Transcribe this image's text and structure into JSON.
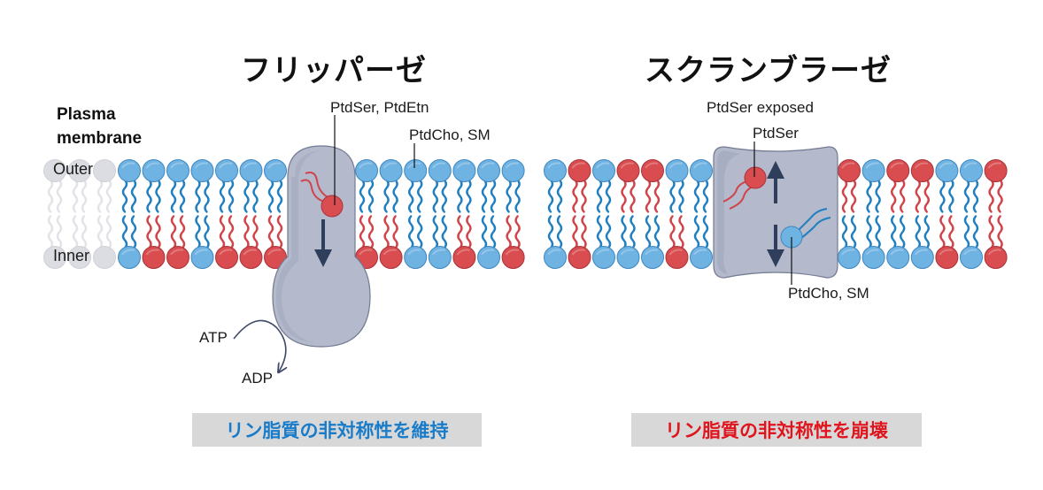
{
  "titles": {
    "flippase": "フリッパーゼ",
    "scramblase": "スクランブラーゼ"
  },
  "membrane_label": {
    "line1": "Plasma",
    "line2": "membrane",
    "outer": "Outer",
    "inner": "Inner"
  },
  "flippase": {
    "label_moving": "PtdSer, PtdEtn",
    "label_static": "PtdCho, SM",
    "atp": "ATP",
    "adp": "ADP",
    "caption": "リン脂質の非対称性を維持",
    "caption_color": "#1a7cc9",
    "left_outer": [
      "B",
      "B",
      "B",
      "B",
      "B",
      "B",
      "B"
    ],
    "left_inner": [
      "B",
      "R",
      "R",
      "B",
      "R",
      "R",
      "R"
    ],
    "right_outer": [
      "B",
      "B",
      "B",
      "B",
      "B",
      "B",
      "B"
    ],
    "right_inner": [
      "R",
      "R",
      "B",
      "B",
      "R",
      "B",
      "R"
    ]
  },
  "scramblase": {
    "label_exposed": "PtdSer exposed",
    "label_ptdser": "PtdSer",
    "label_ptdcho": "PtdCho, SM",
    "caption": "リン脂質の非対称性を崩壊",
    "caption_color": "#e0141c",
    "left_outer": [
      "B",
      "R",
      "B",
      "R",
      "R",
      "B",
      "B"
    ],
    "left_inner": [
      "B",
      "R",
      "B",
      "B",
      "B",
      "R",
      "B"
    ],
    "right_outer": [
      "R",
      "B",
      "R",
      "R",
      "B",
      "B",
      "R"
    ],
    "right_inner": [
      "B",
      "B",
      "B",
      "B",
      "R",
      "B",
      "R"
    ]
  },
  "colors": {
    "blue_head": "#6fb3e3",
    "blue_tail": "#1f7fc0",
    "red_head": "#d94c4f",
    "red_tail": "#d0444a",
    "protein": "#b4b9cb",
    "protein_edge": "#737b93",
    "arrow": "#2f3e5a",
    "gray_head": "#dcdde2"
  }
}
